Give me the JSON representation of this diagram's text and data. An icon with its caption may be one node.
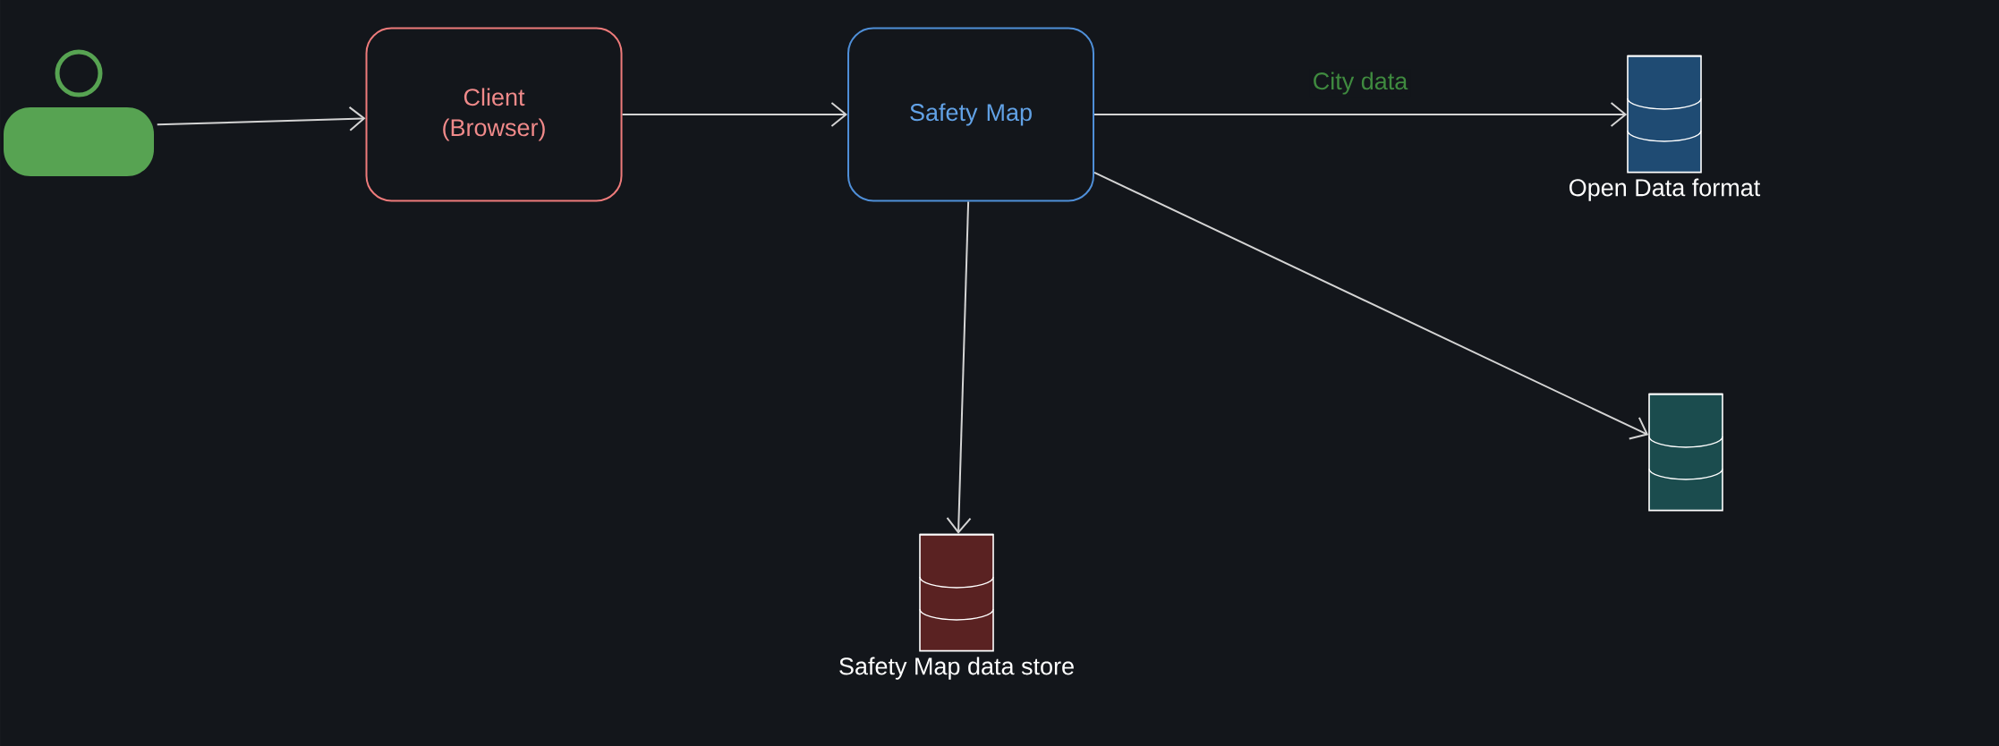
{
  "diagram": {
    "nodes": [
      {
        "text": [],
        "shape": "person"
      },
      {
        "text": [
          "Client (Browser)"
        ]
      },
      {
        "text": [
          "Safety Map"
        ]
      },
      {
        "text": [
          "Open Data format"
        ]
      },
      {
        "text": [],
        "shape": "cylinder"
      },
      {
        "text": [
          "Safety Map data store"
        ]
      }
    ],
    "edges": [
      {
        "from": 0,
        "to": 1,
        "arrow": "to"
      },
      {
        "from": 1,
        "to": 2,
        "arrow": "to"
      },
      {
        "from": 2,
        "to": 3,
        "arrow": "to",
        "label": "City data"
      },
      {
        "from": 2,
        "to": 4,
        "arrow": "to"
      },
      {
        "from": 2,
        "to": 5,
        "arrow": "to"
      }
    ]
  }
}
